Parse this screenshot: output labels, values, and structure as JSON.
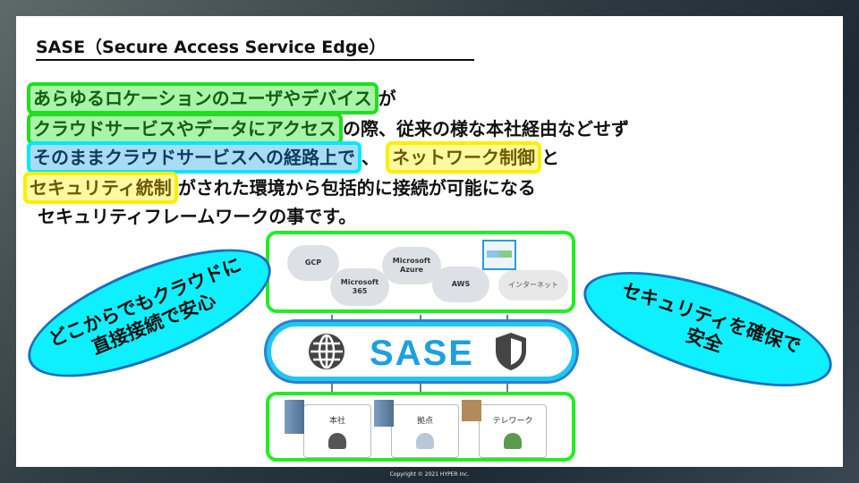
{
  "title": "SASE（Secure Access Service Edge）",
  "body": {
    "l1_hl": "あらゆるロケーションのユーザやデバイス",
    "l1_rest": "が",
    "l2_hl": "クラウドサービスやデータにアクセス",
    "l2_rest": "の際、従来の様な本社経由などせず",
    "l3_hl": "そのままクラウドサービスへの経路上で",
    "l3_mid": "、",
    "l3_hl2": "ネットワーク制御",
    "l3_rest": "と",
    "l4_hl": "セキュリティ統制",
    "l4_rest": "がされた環境から包括的に接続が可能になる",
    "l5": "セキュリティフレームワークの事です。"
  },
  "cloud": {
    "gcp": "GCP",
    "m365_a": "Microsoft",
    "m365_b": "365",
    "azure_a": "Microsoft",
    "azure_b": "Azure",
    "aws": "AWS",
    "internet": "インターネット"
  },
  "sase_label": "SASE",
  "sites": [
    "本社",
    "拠点",
    "テレワーク"
  ],
  "bubble_left": {
    "l1": "どこからでもクラウドに",
    "l2": "直接接続で安心"
  },
  "bubble_right": {
    "l1": "セキュリティを確保で",
    "l2": "安全"
  },
  "copyright": "Copyright © 2021 HYPER Inc."
}
